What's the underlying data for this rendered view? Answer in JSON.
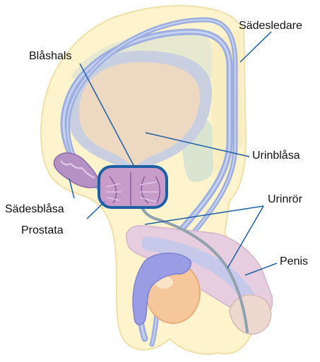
{
  "labels": {
    "sadesledare": "Sädesledare",
    "blashals": "Blåshals",
    "urinblasa": "Urinblåsa",
    "urinror": "Urinrör",
    "sadesblasa": "Sädesblåsa",
    "prostata": "Prostata",
    "penis": "Penis"
  },
  "colors": {
    "skin": "#fdf3cd",
    "body_edge": "#efdfa8",
    "bladder": "#edd8c2",
    "bladder_wall": "#c7cfe0",
    "vas_deferens": "#9daee0",
    "prostata_outline": "#1d5fa5",
    "prostata_fill": "#c89cc8",
    "seminal_vesicle": "#b691c6",
    "urethra": "#8fa2ad",
    "leader_line": "#1d5fa5",
    "testis": "#f6c79b",
    "epididymis": "#9a9ce4",
    "rectum_area": "#cfe0d2"
  }
}
